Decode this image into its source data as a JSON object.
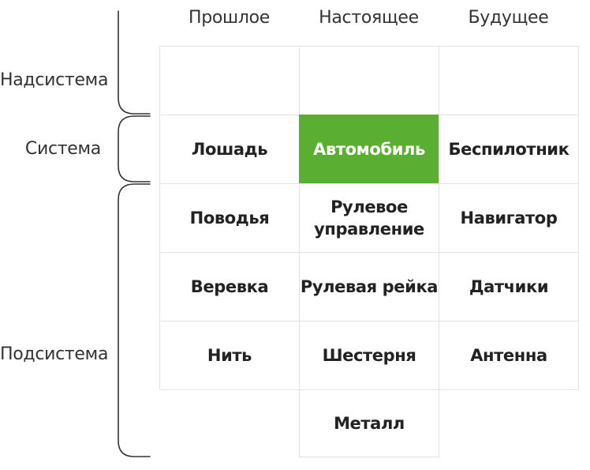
{
  "columns": [
    "Прошлое",
    "Настоящее",
    "Будущее"
  ],
  "rows": {
    "supersystem": "Надсистема",
    "system": "Система",
    "subsystem": "Подсистема"
  },
  "cells": {
    "supersystem": [
      "",
      "",
      ""
    ],
    "system": [
      "Лошадь",
      "Автомобиль",
      "Беспилотник"
    ],
    "sub1": [
      "Поводья",
      "Рулевое управление",
      "Навигатор"
    ],
    "sub2": [
      "Веревка",
      "Рулевая рейка",
      "Датчики"
    ],
    "sub3": [
      "Нить",
      "Шестерня",
      "Антенна"
    ],
    "sub4": [
      "",
      "Металл",
      ""
    ]
  },
  "colors": {
    "highlight": "#5aaf32",
    "grid": "#e2e2e2",
    "bracket": "#333333"
  }
}
